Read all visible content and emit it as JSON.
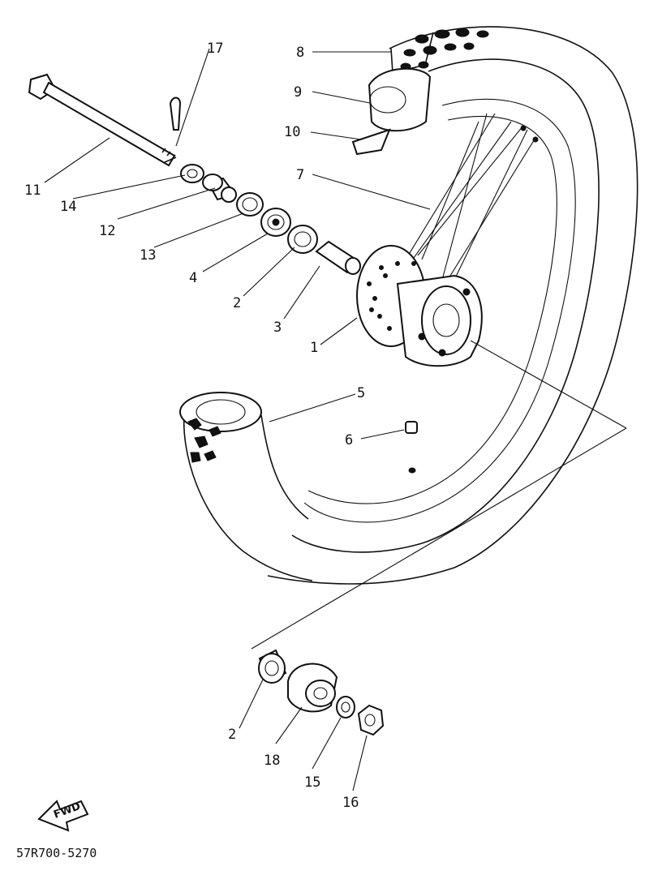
{
  "diagram": {
    "parts": [
      {
        "key": "p1",
        "number": "1"
      },
      {
        "key": "p2a",
        "number": "2"
      },
      {
        "key": "p2b",
        "number": "2"
      },
      {
        "key": "p3",
        "number": "3"
      },
      {
        "key": "p4",
        "number": "4"
      },
      {
        "key": "p5",
        "number": "5"
      },
      {
        "key": "p6",
        "number": "6"
      },
      {
        "key": "p7",
        "number": "7"
      },
      {
        "key": "p8",
        "number": "8"
      },
      {
        "key": "p9",
        "number": "9"
      },
      {
        "key": "p10",
        "number": "10"
      },
      {
        "key": "p11",
        "number": "11"
      },
      {
        "key": "p12",
        "number": "12"
      },
      {
        "key": "p13",
        "number": "13"
      },
      {
        "key": "p14",
        "number": "14"
      },
      {
        "key": "p15",
        "number": "15"
      },
      {
        "key": "p16",
        "number": "16"
      },
      {
        "key": "p17",
        "number": "17"
      },
      {
        "key": "p18",
        "number": "18"
      }
    ],
    "direction_label": "FWD",
    "doc_code": "57R700-5270"
  }
}
